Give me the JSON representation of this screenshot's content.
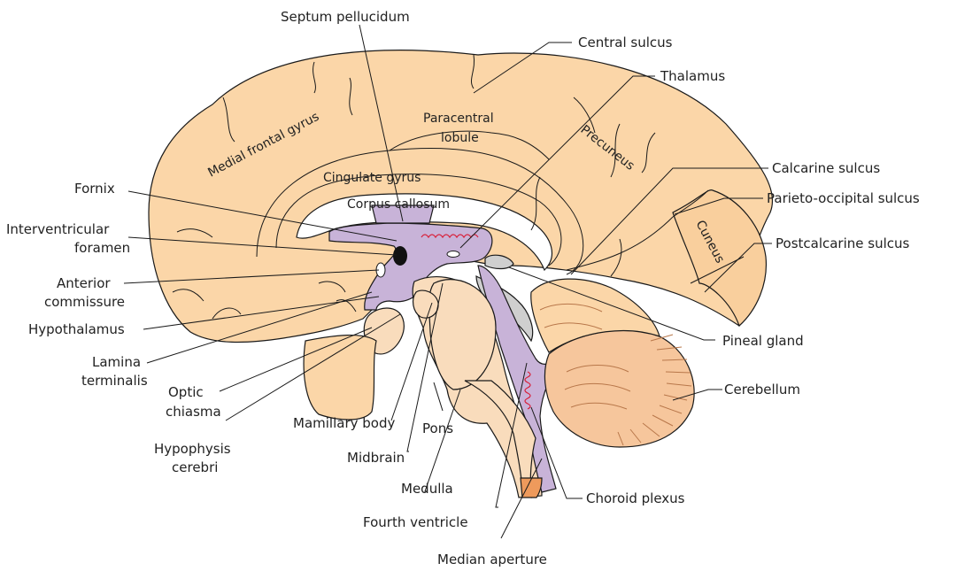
{
  "colors": {
    "cortex": "#fbd6a8",
    "cortex_light": "#fde6c6",
    "brainstem": "#f9dcbc",
    "ventricle": "#c8b3d8",
    "cerebellum": "#f6c69c",
    "cerebellum_dark": "#ee9a5c",
    "choroid": "#d8203a",
    "grey_structure": "#cfcfcf",
    "ink": "#1a1a1a"
  },
  "labels": {
    "septum_pellucidum": "Septum pellucidum",
    "central_sulcus": "Central sulcus",
    "thalamus": "Thalamus",
    "calcarine_sulcus": "Calcarine sulcus",
    "parieto_occipital_sulcus": "Parieto-occipital sulcus",
    "postcalcarine_sulcus": "Postcalcarine sulcus",
    "pineal_gland": "Pineal gland",
    "cerebellum": "Cerebellum",
    "choroid_plexus": "Choroid plexus",
    "median_aperture": "Median aperture",
    "fourth_ventricle": "Fourth ventricle",
    "medulla": "Medulla",
    "midbrain": "Midbrain",
    "pons": "Pons",
    "mamillary_body": "Mamillary body",
    "hypophysis_l1": "Hypophysis",
    "hypophysis_l2": "cerebri",
    "optic_l1": "Optic",
    "optic_l2": "chiasma",
    "lamina_l1": "Lamina",
    "lamina_l2": "terminalis",
    "hypothalamus": "Hypothalamus",
    "anterior_l1": "Anterior",
    "anterior_l2": "commissure",
    "interventricular_l1": "Interventricular",
    "interventricular_l2": "foramen",
    "fornix": "Fornix"
  },
  "inner_labels": {
    "medial_frontal_gyrus": "Medial frontal gyrus",
    "paracentral_l1": "Paracentral",
    "paracentral_l2": "lobule",
    "precuneus": "Precuneus",
    "cingulate_gyrus": "Cingulate gyrus",
    "corpus_callosum": "Corpus callosum",
    "cuneus": "Cuneus"
  }
}
